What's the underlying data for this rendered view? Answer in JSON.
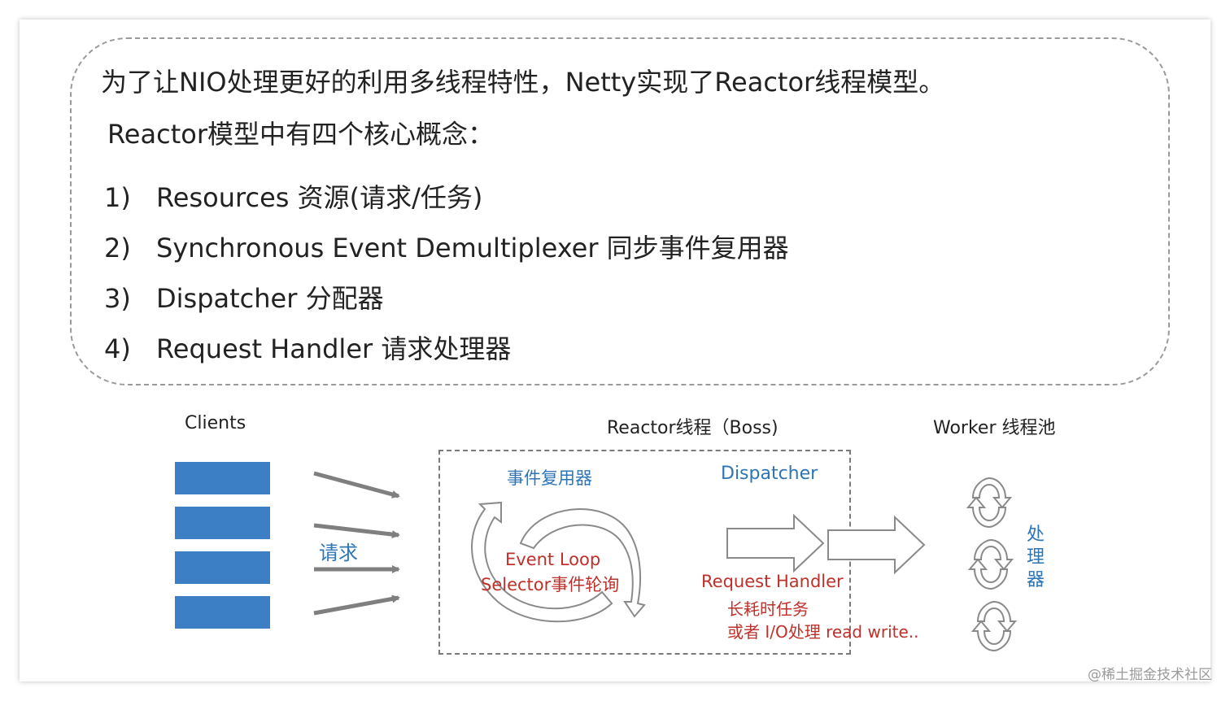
{
  "intro": "为了让NIO处理更好的利用多线程特性，Netty实现了Reactor线程模型。",
  "subtitle": "Reactor模型中有四个核心概念：",
  "concepts": [
    {
      "num": "1)",
      "text": "Resources 资源(请求/任务)"
    },
    {
      "num": "2)",
      "text": "Synchronous Event Demultiplexer 同步事件复用器"
    },
    {
      "num": "3)",
      "text": "Dispatcher 分配器"
    },
    {
      "num": "4)",
      "text": "Request Handler 请求处理器"
    }
  ],
  "diagram": {
    "clients_label": "Clients",
    "reactor_label": "Reactor线程（Boss)",
    "worker_label": "Worker 线程池",
    "request_label": "请求",
    "demux_label": "事件复用器",
    "dispatcher_label": "Dispatcher",
    "event_loop": "Event Loop",
    "selector": "Selector事件轮询",
    "request_handler": "Request Handler",
    "long_task": "长耗时任务",
    "io_task": "或者 I/O处理 read write..",
    "processor_label": "处理器",
    "colors": {
      "client_bar": "#3d7fc4",
      "blue_text": "#2e75b6",
      "red_text": "#c0302a",
      "arrow": "#7f7f7f"
    }
  },
  "watermark": "@稀土掘金技术社区"
}
